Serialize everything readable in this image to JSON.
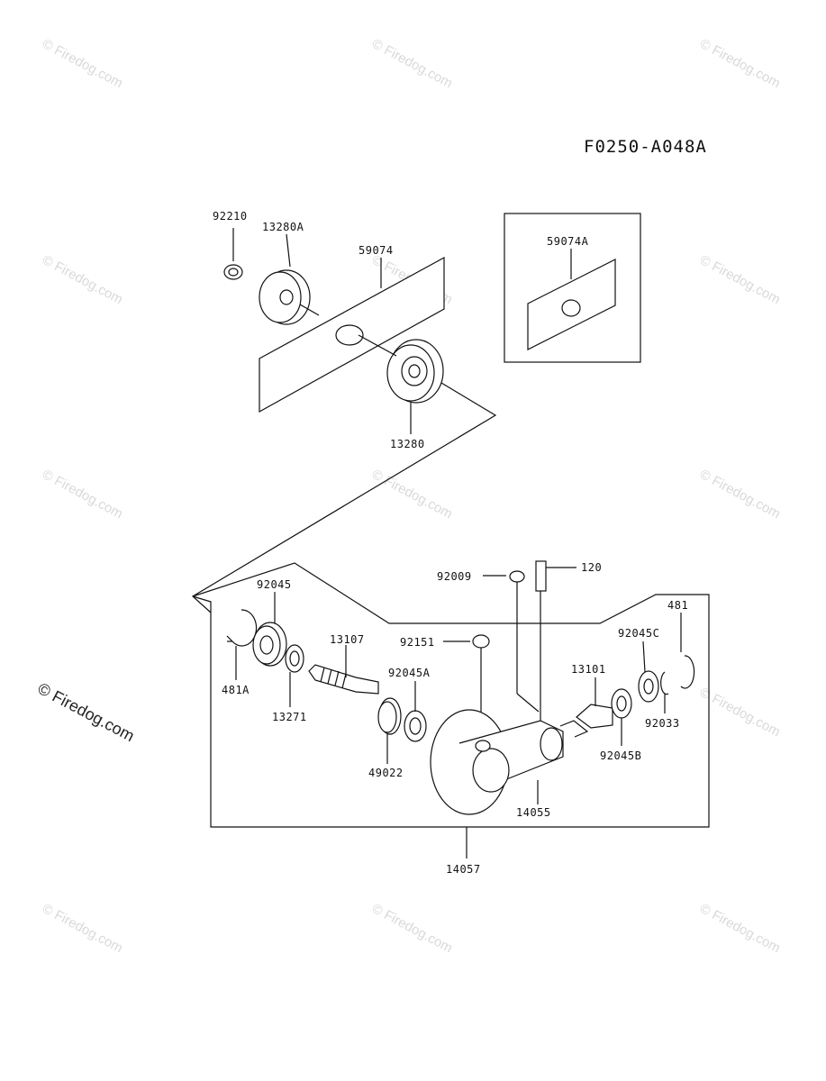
{
  "figure_code": "F0250-A048A",
  "watermark": "© Firedog.com",
  "watermark_main": "© Firedog.com",
  "parts": {
    "p92210": "92210",
    "p13280A": "13280A",
    "p59074": "59074",
    "p59074A": "59074A",
    "p13280": "13280",
    "p92009": "92009",
    "p120": "120",
    "p92045": "92045",
    "p481": "481",
    "p13107": "13107",
    "p92151": "92151",
    "p92045C": "92045C",
    "p92045A": "92045A",
    "p13101": "13101",
    "p481A": "481A",
    "p13271": "13271",
    "p92033": "92033",
    "p49022": "49022",
    "p92045B": "92045B",
    "p14055": "14055",
    "p14057": "14057"
  }
}
